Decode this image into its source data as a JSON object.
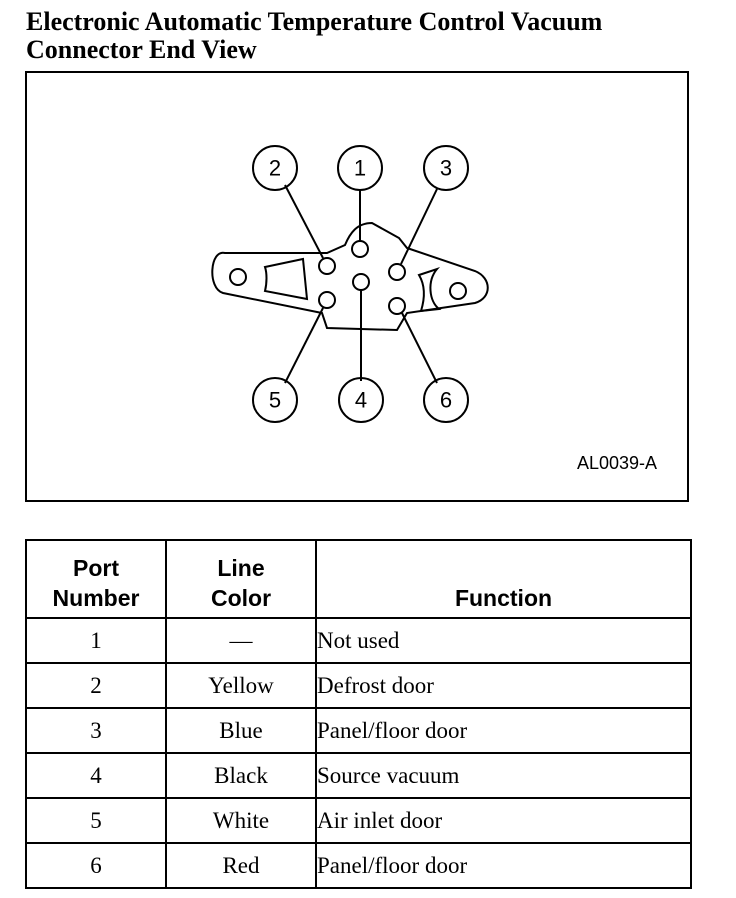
{
  "title_line1": "Electronic Automatic Temperature Control Vacuum",
  "title_line2": "Connector End View",
  "figure": {
    "id": "AL0039-A",
    "port_labels": [
      "1",
      "2",
      "3",
      "4",
      "5",
      "6"
    ]
  },
  "table": {
    "headers": {
      "port_line1": "Port",
      "port_line2": "Number",
      "color_line1": "Line",
      "color_line2": "Color",
      "function": "Function"
    },
    "rows": [
      {
        "port": "1",
        "color": "—",
        "function": "Not used"
      },
      {
        "port": "2",
        "color": "Yellow",
        "function": "Defrost door"
      },
      {
        "port": "3",
        "color": "Blue",
        "function": "Panel/floor door"
      },
      {
        "port": "4",
        "color": "Black",
        "function": "Source vacuum"
      },
      {
        "port": "5",
        "color": "White",
        "function": "Air inlet door"
      },
      {
        "port": "6",
        "color": "Red",
        "function": "Panel/floor door"
      }
    ]
  }
}
